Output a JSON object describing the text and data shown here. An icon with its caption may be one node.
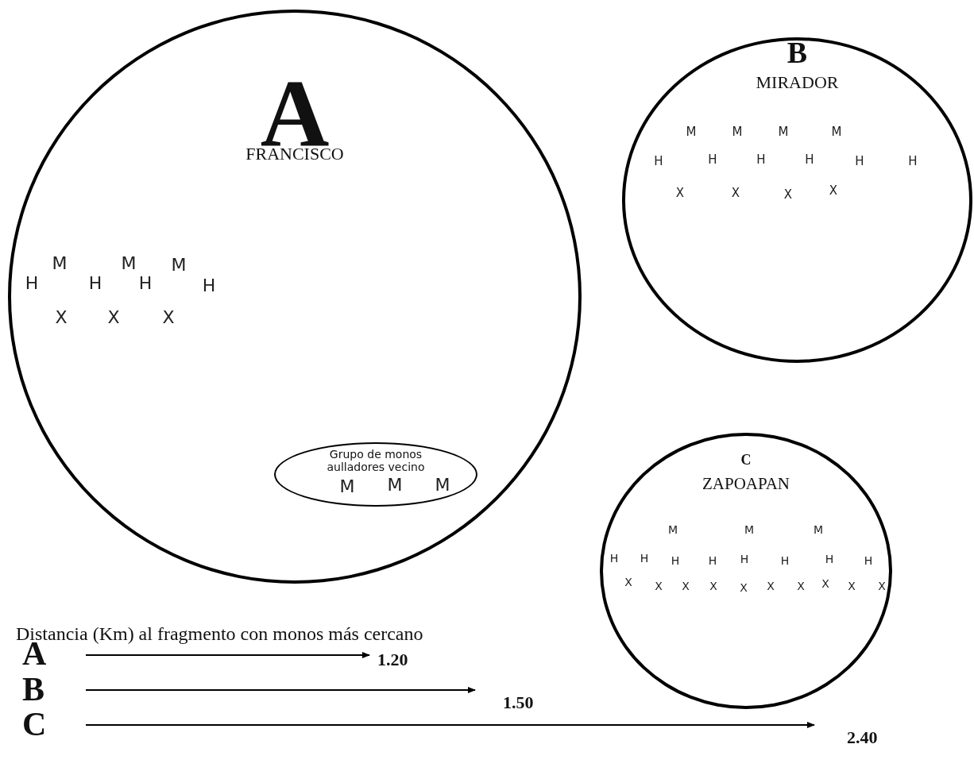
{
  "diagram": {
    "nodes": [
      {
        "text": [
          "A",
          "FRANCISCO"
        ]
      },
      {
        "text": [
          "Grupo de monos aulladores vecino"
        ],
        "in": 0
      },
      {
        "text": [
          "B",
          "MIRADOR"
        ]
      },
      {
        "text": [
          "C",
          "ZAPOAPAN"
        ]
      }
    ],
    "labels": [
      "M",
      "M",
      "M",
      "H",
      "H",
      "H",
      "H",
      "X",
      "X",
      "X",
      "M",
      "M",
      "M",
      "M",
      "M",
      "M",
      "M",
      "H",
      "H",
      "H",
      "H",
      "H",
      "H",
      "X",
      "X",
      "X",
      "X",
      "M",
      "M",
      "M",
      "H",
      "H",
      "H",
      "H",
      "H",
      "H",
      "H",
      "H",
      "X",
      "X",
      "X",
      "X",
      "X",
      "X",
      "X",
      "X",
      "X",
      "X",
      "Distancia (Km) al fragmento con monos más cercano",
      "A",
      "1.20",
      "B",
      "1.50",
      "C",
      "2.40"
    ]
  }
}
